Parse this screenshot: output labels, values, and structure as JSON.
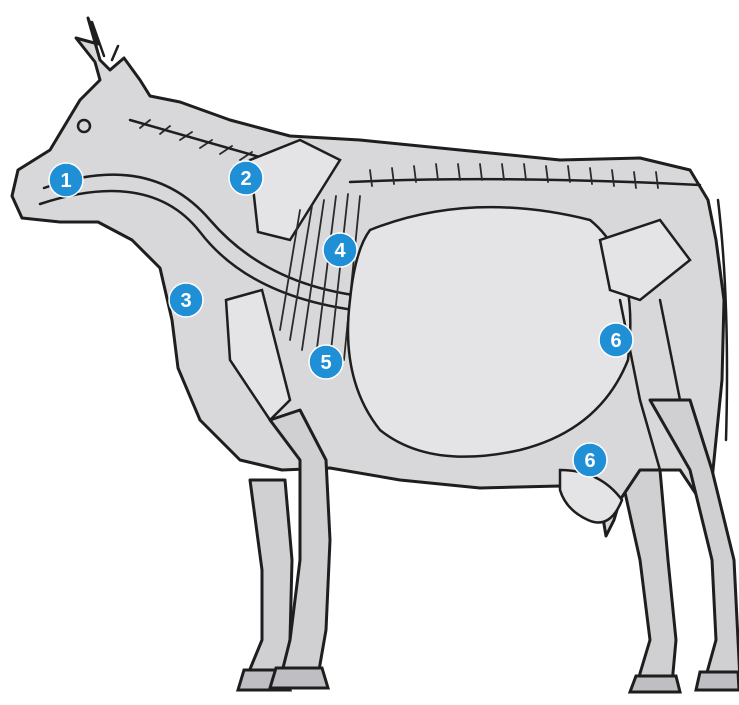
{
  "colors": {
    "marker_fill": "#1f8fd6",
    "outline": "#1e1e1e",
    "body_fill": "#d8d8da"
  },
  "markers": [
    {
      "label": "1"
    },
    {
      "label": "2"
    },
    {
      "label": "3"
    },
    {
      "label": "4"
    },
    {
      "label": "5"
    },
    {
      "label": "6"
    },
    {
      "label": "6"
    }
  ]
}
